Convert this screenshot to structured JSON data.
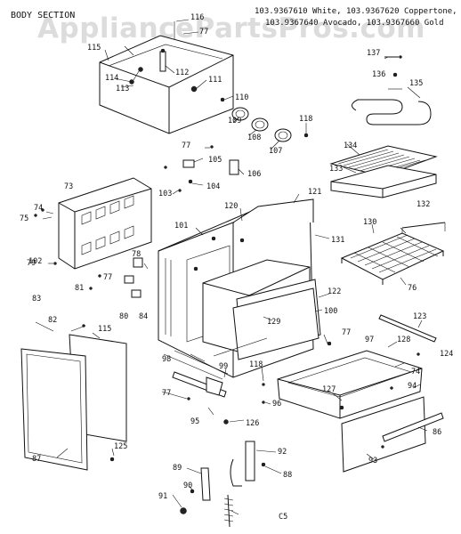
{
  "header": {
    "section_title": "BODY SECTION",
    "model_line_1": "103.9367610 White, 103.9367620 Coppertone,",
    "model_line_2": "103.9367640 Avocado, 103.9367660 Gold"
  },
  "watermark": "AppliancePartsPros.com",
  "footer_code": "C5",
  "part_labels": [
    "116",
    "77",
    "115",
    "114",
    "113",
    "112",
    "111",
    "110",
    "109",
    "108",
    "107",
    "118",
    "137",
    "136",
    "135",
    "134",
    "133",
    "77",
    "105",
    "106",
    "103",
    "104",
    "73",
    "74",
    "75",
    "102",
    "101",
    "120",
    "121",
    "131",
    "132",
    "130",
    "76",
    "79",
    "78",
    "77",
    "81",
    "80",
    "84",
    "83",
    "82",
    "115",
    "122",
    "100",
    "129",
    "123",
    "77",
    "128",
    "124",
    "97",
    "98",
    "99",
    "118",
    "74",
    "127",
    "77",
    "94",
    "96",
    "95",
    "126",
    "86",
    "87",
    "125",
    "93",
    "92",
    "88",
    "89",
    "90",
    "91"
  ]
}
